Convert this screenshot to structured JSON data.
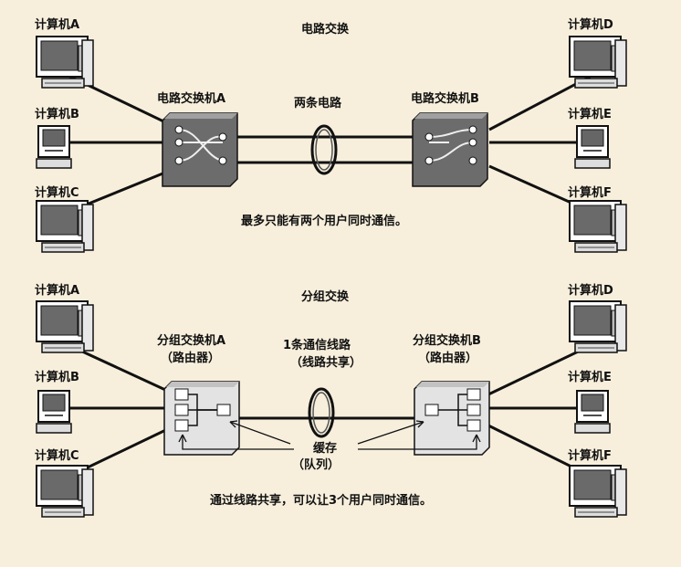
{
  "circuit": {
    "title": "电路交换",
    "computers_left": [
      "计算机A",
      "计算机B",
      "计算机C"
    ],
    "computers_right": [
      "计算机D",
      "计算机E",
      "计算机F"
    ],
    "switch_left": "电路交换机A",
    "switch_right": "电路交换机B",
    "line_label": "两条电路",
    "note": "最多只能有两个用户同时通信。"
  },
  "packet": {
    "title": "分组交换",
    "computers_left": [
      "计算机A",
      "计算机B",
      "计算机C"
    ],
    "computers_right": [
      "计算机D",
      "计算机E",
      "计算机F"
    ],
    "switch_left": "分组交换机A",
    "switch_left_sub": "（路由器）",
    "switch_right": "分组交换机B",
    "switch_right_sub": "（路由器）",
    "line_label": "1条通信线路",
    "line_label_sub": "（线路共享）",
    "buffer_label": "缓存",
    "buffer_label_sub": "（队列）",
    "note": "通过线路共享，可以让3个用户同时通信。"
  }
}
